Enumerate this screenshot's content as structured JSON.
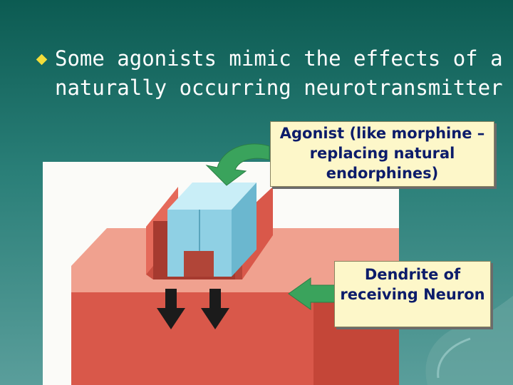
{
  "slide": {
    "bullet_text": "Some agonists mimic the effects of a naturally occurring neurotransmitter",
    "bullet_icon": "diamond-bullet-icon"
  },
  "callouts": {
    "agonist": "Agonist (like morphine – replacing natural endorphines)",
    "dendrite": "Dendrite of receiving Neuron"
  },
  "colors": {
    "background_top": "#0c5b52",
    "background_bottom": "#5a9e9b",
    "bullet": "#f3dd3a",
    "callout_fill": "#fdf7c9",
    "callout_text": "#0c1c6a",
    "receptor_red": "#d9584a",
    "agonist_blue": "#8fd0e4",
    "arrow_green": "#3aa35c"
  }
}
